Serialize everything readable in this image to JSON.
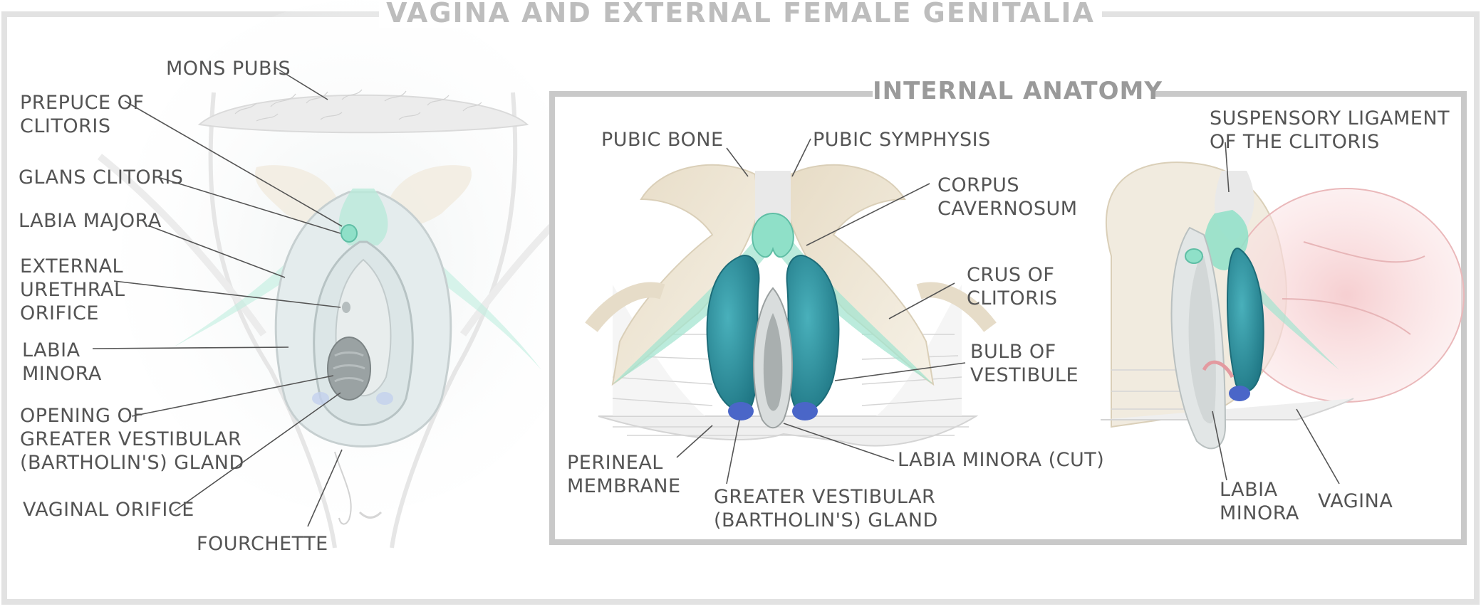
{
  "title": "VAGINA AND EXTERNAL FEMALE GENITALIA",
  "inset_title": "INTERNAL ANATOMY",
  "colors": {
    "frame": "#dcdcdc",
    "inset_frame": "#c9c9c9",
    "label_text": "#545454",
    "leader_line": "#555555",
    "bone": "#efe6d4",
    "teal_tissue": "#8fe0c8",
    "bulb": "#2f8f9c",
    "gland": "#4a66c8",
    "skin": "#e9eeee",
    "vagina": "#f3c6c8"
  },
  "left_labels": {
    "mons_pubis": [
      "MONS PUBIS"
    ],
    "prepuce": [
      "PREPUCE OF",
      "CLITORIS"
    ],
    "glans": [
      "GLANS CLITORIS"
    ],
    "labia_majora": [
      "LABIA MAJORA"
    ],
    "urethral": [
      "EXTERNAL",
      "URETHRAL",
      "ORIFICE"
    ],
    "labia_minora": [
      "LABIA",
      "MINORA"
    ],
    "bartholin_opening": [
      "OPENING OF",
      "GREATER VESTIBULAR",
      "(BARTHOLIN'S) GLAND"
    ],
    "vaginal_orifice": [
      "VAGINAL ORIFICE"
    ],
    "fourchette": [
      "FOURCHETTE"
    ]
  },
  "inset_labels": {
    "pubic_bone": [
      "PUBIC BONE"
    ],
    "pubic_symphysis": [
      "PUBIC SYMPHYSIS"
    ],
    "corpus": [
      "CORPUS",
      "CAVERNOSUM"
    ],
    "crus": [
      "CRUS OF",
      "CLITORIS"
    ],
    "bulb": [
      "BULB OF",
      "VESTIBULE"
    ],
    "perineal": [
      "PERINEAL",
      "MEMBRANE"
    ],
    "greater_gland": [
      "GREATER VESTIBULAR",
      "(BARTHOLIN'S) GLAND"
    ],
    "labia_cut": [
      "LABIA MINORA (CUT)"
    ],
    "suspensory": [
      "SUSPENSORY LIGAMENT",
      "OF THE CLITORIS"
    ],
    "labia_minora_r": [
      "LABIA",
      "MINORA"
    ],
    "vagina": [
      "VAGINA"
    ]
  }
}
